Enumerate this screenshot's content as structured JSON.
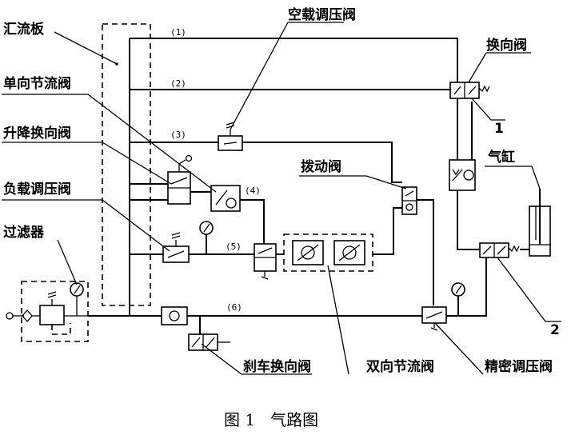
{
  "labels": {
    "manifold": "汇流板",
    "one_way_throttle": "单向节流阀",
    "lift_reversing": "升降换向阀",
    "load_regulator": "负载调压阀",
    "filter": "过滤器",
    "idle_regulator": "空载调压阀",
    "reversing_valve": "换向阀",
    "cylinder": "气缸",
    "toggle_valve": "拨动阀",
    "brake_reversing": "刹车换向阀",
    "bi_throttle": "双向节流阀",
    "precision_regulator": "精密调压阀",
    "callout_1": "1",
    "callout_2": "2"
  },
  "lines": {
    "l1": "(1)",
    "l2": "(2)",
    "l3": "(3)",
    "l4": "(4)",
    "l5": "(5)",
    "l6": "(6)"
  },
  "caption": "图 1   气路图"
}
